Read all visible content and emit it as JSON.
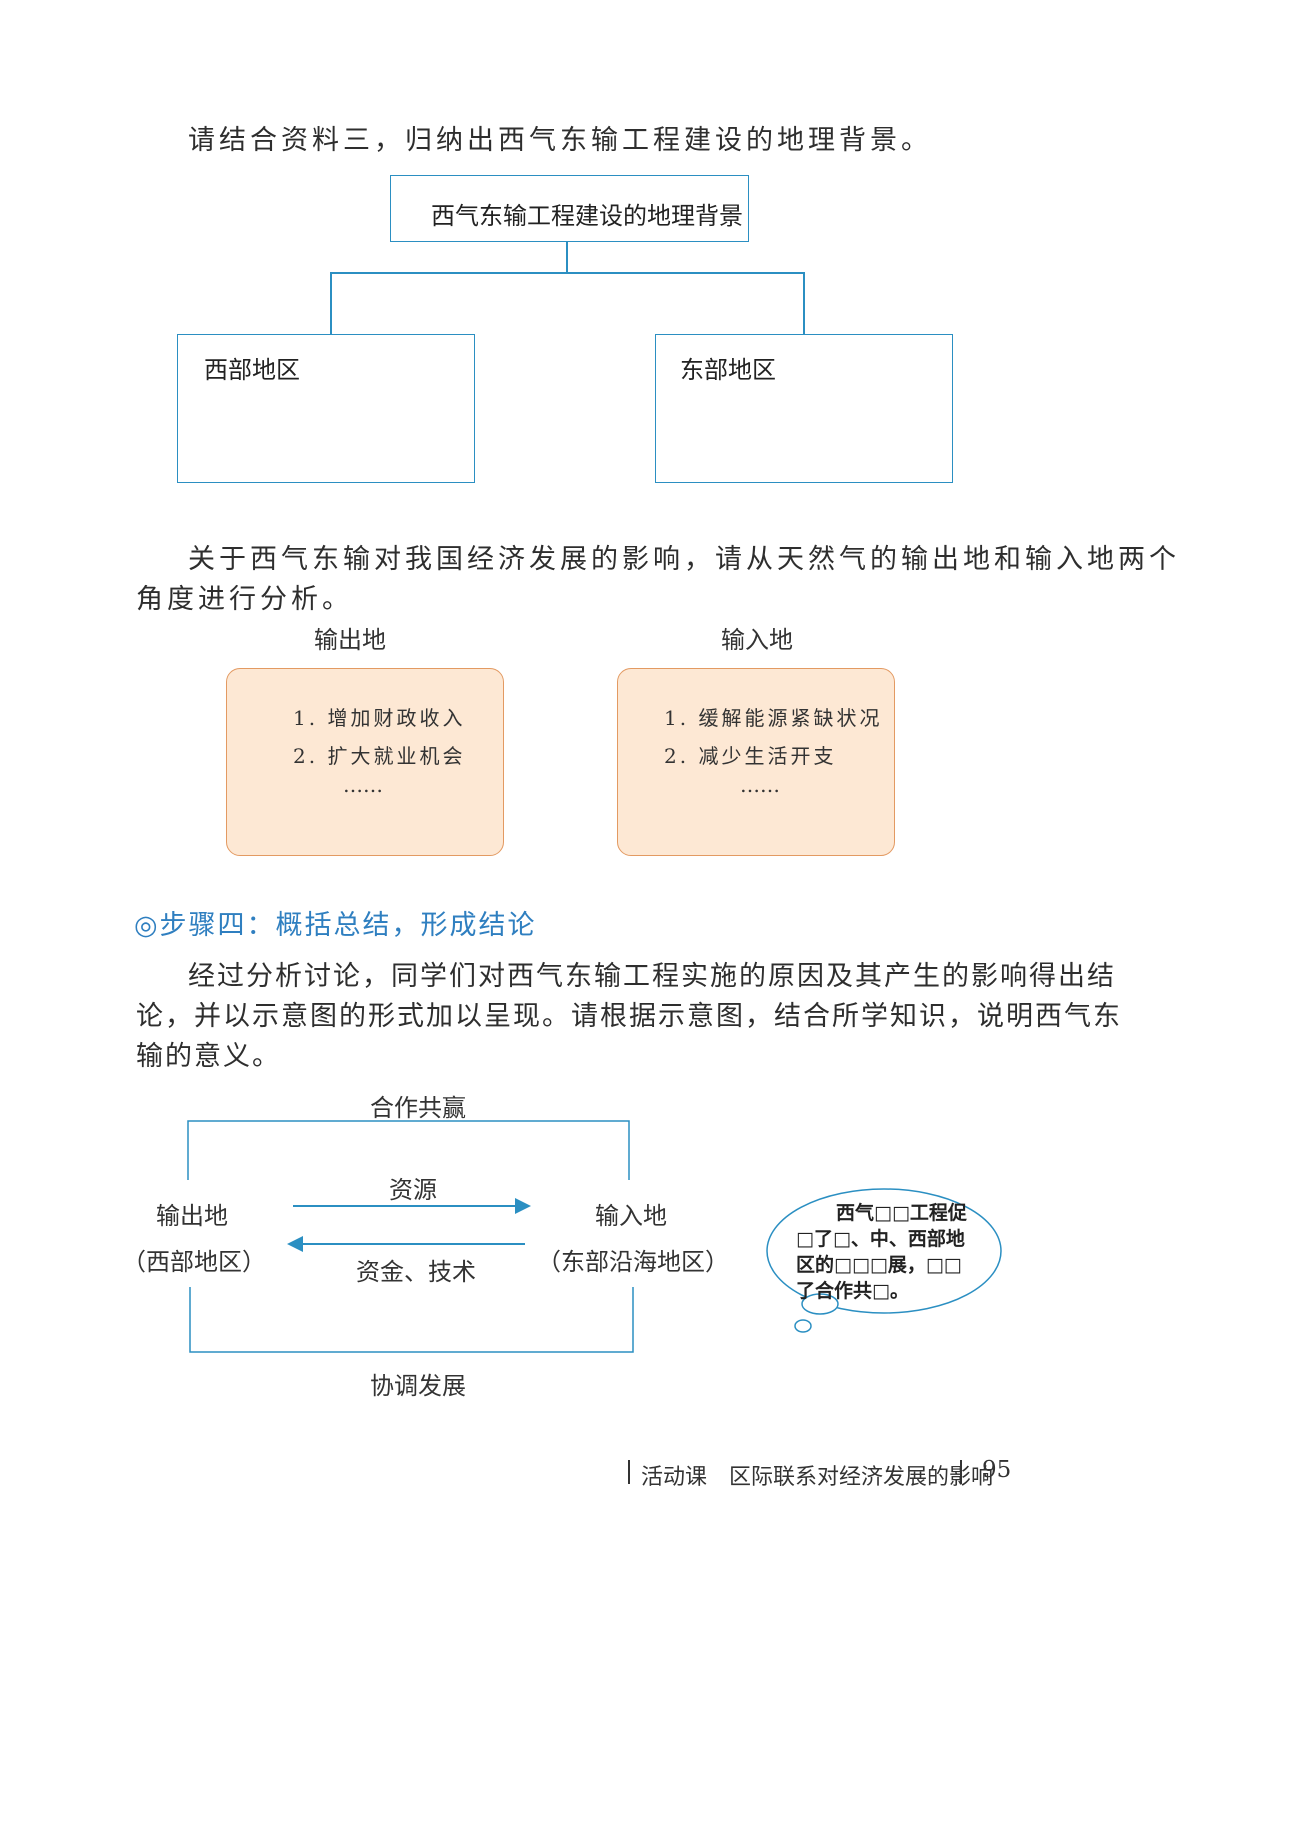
{
  "section3": {
    "prompt": "请结合资料三，归纳出西气东输工程建设的地理背景。",
    "diagram": {
      "root": "西气东输工程建设的地理背景",
      "left": "西部地区",
      "right": "东部地区"
    }
  },
  "impact": {
    "prompt_line1": "关于西气东输对我国经济发展的影响，请从天然气的输出地和输入地两个",
    "prompt_line2": "角度进行分析。",
    "output_title": "输出地",
    "input_title": "输入地",
    "output_items": [
      "1. 增加财政收入",
      "2. 扩大就业机会",
      "……"
    ],
    "input_items": [
      "1. 缓解能源紧缺状况",
      "2. 减少生活开支",
      "……"
    ]
  },
  "step4": {
    "heading": "◎步骤四：概括总结，形成结论",
    "para_line1": "经过分析讨论，同学们对西气东输工程实施的原因及其产生的影响得出结",
    "para_line2": "论，并以示意图的形式加以呈现。请根据示意图，结合所学知识，说明西气东",
    "para_line3": "输的意义。"
  },
  "flow": {
    "top_label": "合作共赢",
    "bottom_label": "协调发展",
    "resource_label": "资源",
    "capital_label": "资金、技术",
    "left_title": "输出地",
    "left_sub": "（西部地区）",
    "right_title": "输入地",
    "right_sub": "（东部沿海地区）",
    "bubble_lines": [
      "西气□□工程促",
      "□了□、中、西部地",
      "区的□□□展，□□",
      "了合作共□。"
    ]
  },
  "footer": {
    "text": "活动课　区际联系对经济发展的影响",
    "page_number": "95"
  },
  "colors": {
    "blue_line": "#2b8fc2",
    "card_fill": "#fde8d4",
    "card_border": "#e39a62",
    "heading_blue": "#2f7fc0"
  }
}
